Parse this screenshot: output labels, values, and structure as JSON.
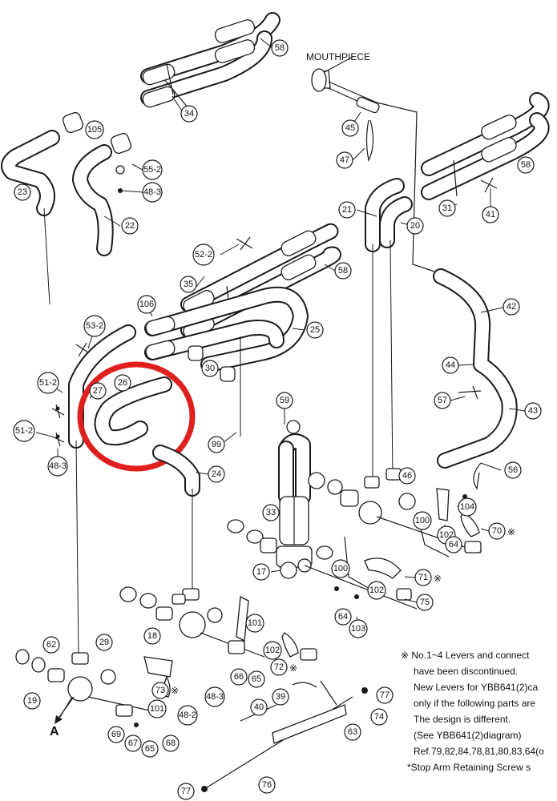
{
  "labels": {
    "mouthpiece": "MOUTHPIECE",
    "view_a": "A"
  },
  "callouts": {
    "c58a": "58",
    "c34": "34",
    "c105": "105",
    "c55_2": "55-2",
    "c48_3a": "48-3",
    "c23": "23",
    "c22": "22",
    "c45": "45",
    "c47": "47",
    "c58b": "58",
    "c31": "31",
    "c41": "41",
    "c21": "21",
    "c20": "20",
    "c52_2": "52-2",
    "c58c": "58",
    "c35": "35",
    "c106": "106",
    "c53_2": "53-2",
    "c25": "25",
    "c42": "42",
    "c51_2a": "51-2",
    "c27": "27",
    "c26": "26",
    "c30": "30",
    "c44": "44",
    "c57": "57",
    "c43": "43",
    "c51_2b": "51-2",
    "c99": "99",
    "c59": "59",
    "c48_3b": "48-3",
    "c24": "24",
    "c56": "56",
    "c46": "46",
    "c104": "104",
    "c70": "70",
    "c33": "33",
    "c100a": "100",
    "c102a": "102",
    "c64a": "64",
    "c17": "17",
    "c100b": "100",
    "c102b": "102",
    "c71": "71",
    "c75": "75",
    "c64b": "64",
    "c103": "103",
    "c101a": "101",
    "c18": "18",
    "c62": "62",
    "c29": "29",
    "c66": "66",
    "c65a": "65",
    "c102c": "102",
    "c72": "72",
    "c77a": "77",
    "c39": "39",
    "c73": "73",
    "c48_3c": "48-3",
    "c19": "19",
    "c48_2": "48-2",
    "c40": "40",
    "c74": "74",
    "c101b": "101",
    "c63": "63",
    "c69": "69",
    "c67": "67",
    "c65b": "65",
    "c68": "68",
    "c76": "76",
    "c77b": "77"
  },
  "note": {
    "line1": "※ No.1~4 Levers and connect",
    "line2": "have been discontinued.",
    "line3": "New Levers for YBB641(2)ca",
    "line4": "only if the following parts are",
    "line5": "The design is different.",
    "line6": "(See YBB641(2)diagram)",
    "line7": "Ref.79,82,84,78,81,80,83,64(o",
    "line8": "*Stop Arm Retaining Screw s"
  },
  "colors": {
    "line": "#1a1a1a",
    "highlight_circle": "#e0201e",
    "background": "#ffffff"
  }
}
